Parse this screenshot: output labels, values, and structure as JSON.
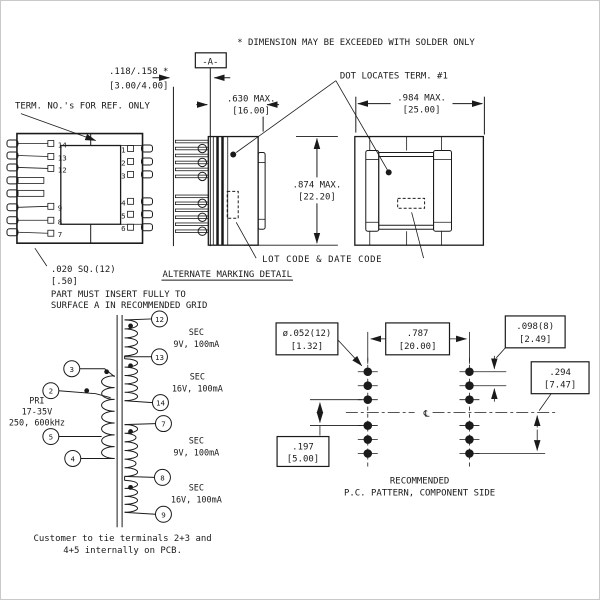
{
  "colors": {
    "ink": "#1a1a1a",
    "bg": "#ffffff"
  },
  "notes": {
    "solder": "* DIMENSION MAY BE EXCEEDED WITH SOLDER ONLY",
    "term_ref": "TERM. NO.'s FOR REF. ONLY",
    "dot_locates": "DOT LOCATES TERM. #1",
    "lot_code": "LOT CODE & DATE CODE",
    "alt_marking": "ALTERNATE MARKING DETAIL",
    "insert1": "PART MUST INSERT FULLY TO",
    "insert2": "SURFACE A IN RECOMMENDED GRID",
    "customer1": "Customer to tie terminals 2+3 and",
    "customer2": "4+5 internally on PCB.",
    "recommended1": "RECOMMENDED",
    "recommended2": "P.C. PATTERN, COMPONENT SIDE",
    "datum": "-A-"
  },
  "dims": {
    "lead_protrusion": {
      "in": ".118/.158 *",
      "mm": "[3.00/4.00]"
    },
    "depth": {
      "in": ".630 MAX.",
      "mm": "[16.00]"
    },
    "width": {
      "in": ".984 MAX.",
      "mm": "[25.00]"
    },
    "height": {
      "in": ".874 MAX.",
      "mm": "[22.20]"
    },
    "lead_square": {
      "in": ".020 SQ.(12)",
      "mm": "[.50]"
    },
    "hole": {
      "in": "ø.052(12)",
      "mm": "[1.32]"
    },
    "row_spacing": {
      "in": ".787",
      "mm": "[20.00]"
    },
    "pad_pitch": {
      "in": ".098(8)",
      "mm": "[2.49]"
    },
    "outer_row": {
      "in": ".294",
      "mm": "[7.47]"
    },
    "center_gap": {
      "in": ".197",
      "mm": "[5.00]"
    }
  },
  "package": {
    "left_terminals": [
      "14",
      "13",
      "12",
      "9",
      "8",
      "7"
    ],
    "right_terminals": [
      "1",
      "2",
      "3",
      "4",
      "5",
      "6"
    ]
  },
  "schematic": {
    "pri": {
      "l1": "PRI",
      "l2": "17-35V",
      "l3": "250, 600kHz",
      "terminals": [
        "3",
        "2",
        "5",
        "4"
      ]
    },
    "sec_terminals": [
      "12",
      "13",
      "14",
      "7",
      "8",
      "9"
    ],
    "windings": [
      {
        "l1": "SEC",
        "l2": "9V, 100mA"
      },
      {
        "l1": "SEC",
        "l2": "16V, 100mA"
      },
      {
        "l1": "SEC",
        "l2": "9V, 100mA"
      },
      {
        "l1": "SEC",
        "l2": "16V, 100mA"
      }
    ]
  },
  "pc": {
    "centerline": "℄"
  }
}
